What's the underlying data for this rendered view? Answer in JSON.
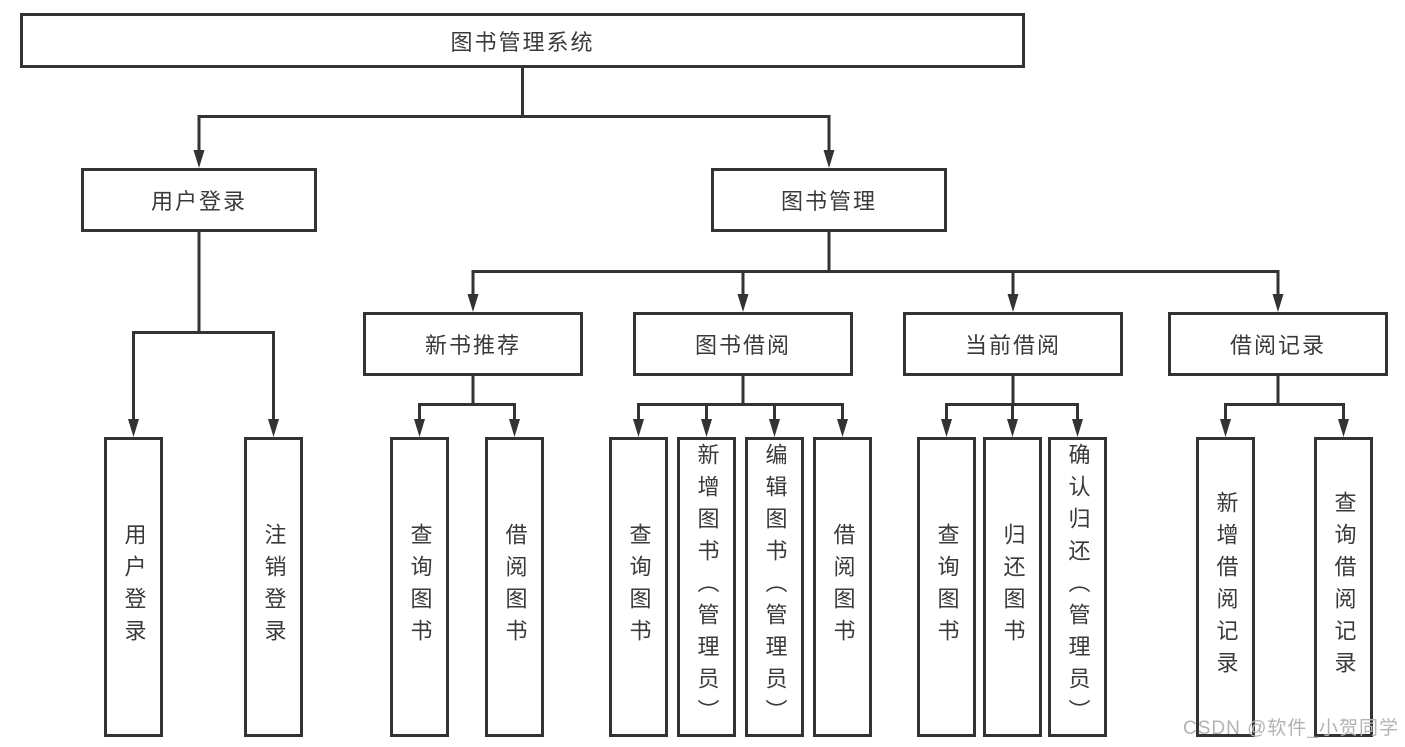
{
  "page": {
    "watermark": "CSDN @软件_小贺同学"
  },
  "diagram": {
    "type": "tree",
    "root": {
      "label": "图书管理系统"
    },
    "level2": [
      {
        "label": "用户登录",
        "parent": "图书管理系统"
      },
      {
        "label": "图书管理",
        "parent": "图书管理系统"
      }
    ],
    "level3": [
      {
        "label": "新书推荐",
        "parent": "图书管理"
      },
      {
        "label": "图书借阅",
        "parent": "图书管理"
      },
      {
        "label": "当前借阅",
        "parent": "图书管理"
      },
      {
        "label": "借阅记录",
        "parent": "图书管理"
      }
    ],
    "leaves": [
      {
        "label": "用户登录",
        "parent": "用户登录"
      },
      {
        "label": "注销登录",
        "parent": "用户登录"
      },
      {
        "label": "查询图书",
        "parent": "新书推荐"
      },
      {
        "label": "借阅图书",
        "parent": "新书推荐"
      },
      {
        "label": "查询图书",
        "parent": "图书借阅"
      },
      {
        "label": "新增图书（管理员）",
        "parent": "图书借阅"
      },
      {
        "label": "编辑图书（管理员）",
        "parent": "图书借阅"
      },
      {
        "label": "借阅图书",
        "parent": "图书借阅"
      },
      {
        "label": "查询图书",
        "parent": "当前借阅"
      },
      {
        "label": "归还图书",
        "parent": "当前借阅"
      },
      {
        "label": "确认归还（管理员）",
        "parent": "当前借阅"
      },
      {
        "label": "新增借阅记录",
        "parent": "借阅记录"
      },
      {
        "label": "查询借阅记录",
        "parent": "借阅记录"
      }
    ],
    "colors": {
      "line": "#333333",
      "box_border": "#333333",
      "box_fill": "#ffffff",
      "label_text": "#3a3a3a",
      "watermark_text": "#b3b3b3",
      "background": "#ffffff"
    }
  }
}
